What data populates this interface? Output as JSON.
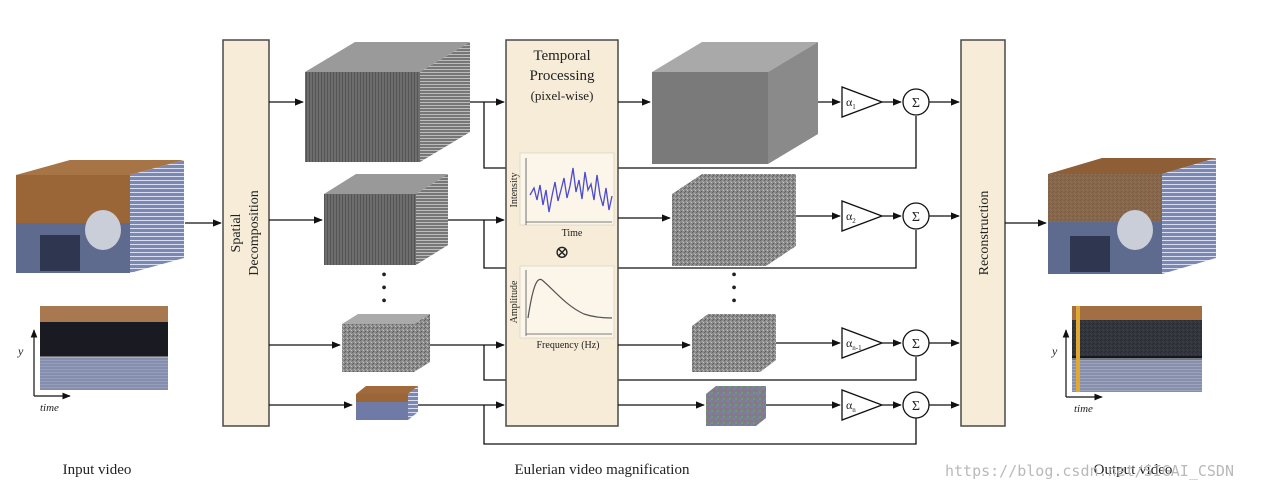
{
  "captions": {
    "input": "Input video",
    "method": "Eulerian video magnification",
    "output": "Output video"
  },
  "blocks": {
    "spatial_line1": "Spatial",
    "spatial_line2": "Decomposition",
    "temporal_line1": "Temporal",
    "temporal_line2": "Processing",
    "temporal_line3": "(pixel-wise)",
    "reconstruction": "Reconstruction"
  },
  "plots": {
    "intensity_ylabel": "Intensity",
    "intensity_xlabel": "Time",
    "operator_symbol": "⊗",
    "amplitude_ylabel": "Amplitude",
    "amplitude_xlabel": "Frequency (Hz)"
  },
  "axes": {
    "y_label": "y",
    "time_label": "time"
  },
  "ellipsis": "•",
  "amplifiers": [
    {
      "label": "α",
      "sub": "1"
    },
    {
      "label": "α",
      "sub": "2"
    },
    {
      "label": "α",
      "sub": "n-1"
    },
    {
      "label": "α",
      "sub": "n"
    }
  ],
  "sum_symbol": "Σ",
  "watermark": "https://blog.csdn.net/SIGAI_CSDN",
  "colors": {
    "block_fill": "#f6ecd8",
    "block_stroke": "#4a4a4a",
    "signal_line": "#4c4ccc",
    "wood": "#9c6a3c",
    "video_blue": "#8090b8"
  }
}
